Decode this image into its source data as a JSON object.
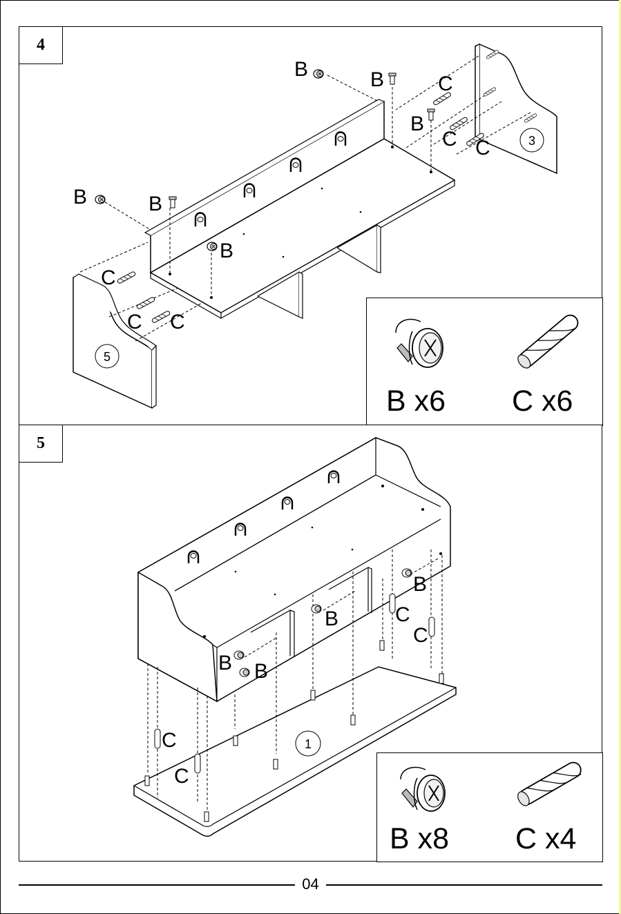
{
  "step4": {
    "number": "4",
    "labels": {
      "b": "B",
      "c": "C",
      "panel_3": "3",
      "panel_5": "5"
    },
    "hardware": {
      "b_count": "B x6",
      "c_count": "C x6"
    }
  },
  "step5": {
    "number": "5",
    "labels": {
      "b": "B",
      "c": "C",
      "panel_1": "1"
    },
    "hardware": {
      "b_count": "B x8",
      "c_count": "C x4"
    }
  },
  "footer": {
    "page_number": "04"
  }
}
